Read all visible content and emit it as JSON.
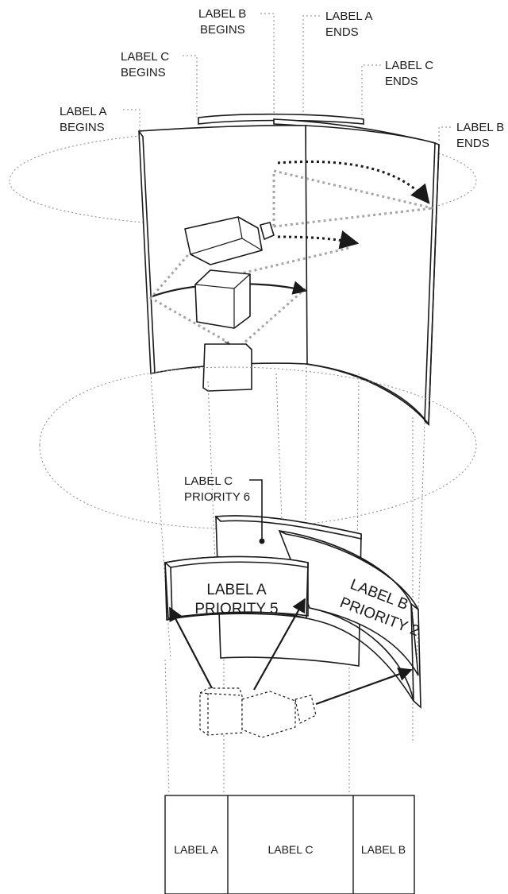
{
  "callouts": {
    "label_b_begins": [
      "LABEL B",
      "BEGINS"
    ],
    "label_a_ends": [
      "LABEL A",
      "ENDS"
    ],
    "label_c_begins": [
      "LABEL C",
      "BEGINS"
    ],
    "label_c_ends": [
      "LABEL C",
      "ENDS"
    ],
    "label_a_begins": [
      "LABEL A",
      "BEGINS"
    ],
    "label_b_ends": [
      "LABEL B",
      "ENDS"
    ],
    "label_c_priority": [
      "LABEL C",
      "PRIORITY 6"
    ]
  },
  "panels": {
    "label_a": [
      "LABEL A",
      "PRIORITY 5"
    ],
    "label_b": [
      "LABEL B",
      "PRIORITY 2"
    ]
  },
  "table": {
    "cells": [
      "LABEL A",
      "LABEL C",
      "LABEL B"
    ]
  }
}
